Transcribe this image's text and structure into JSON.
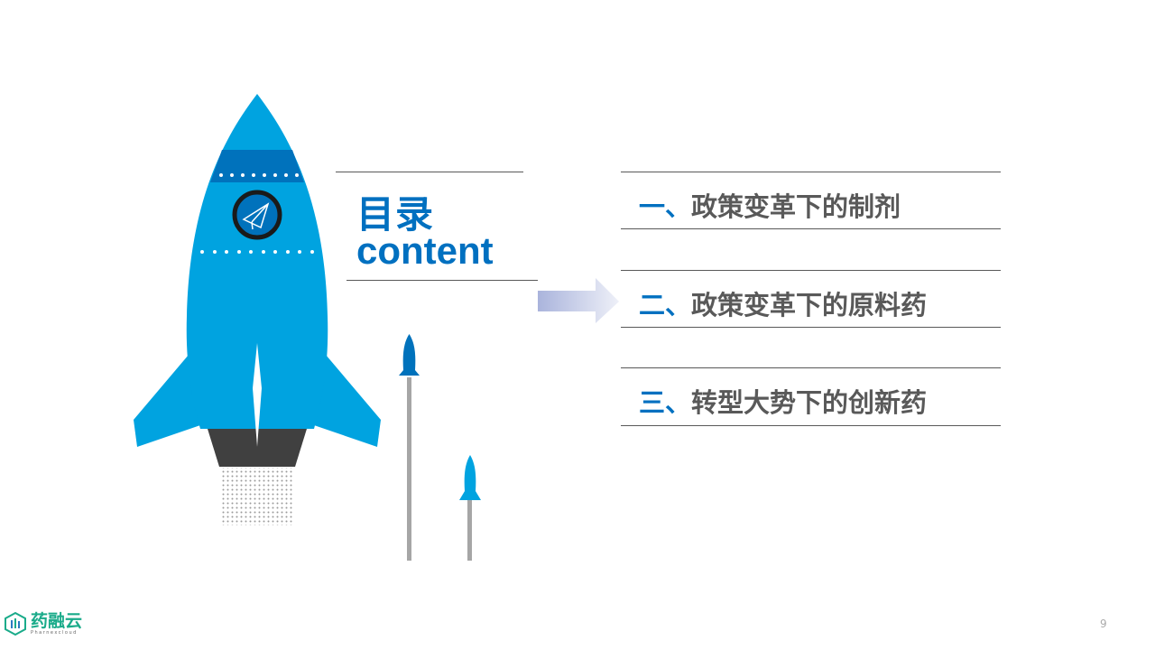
{
  "toc": {
    "title_zh": "目录",
    "title_en": "content",
    "items": [
      {
        "num": "一、",
        "label": "政策变革下的制剂"
      },
      {
        "num": "二、",
        "label": "政策变革下的原料药"
      },
      {
        "num": "三、",
        "label": "转型大势下的创新药"
      }
    ]
  },
  "footer": {
    "logo_zh": "药融云",
    "logo_en": "Pharnexcloud",
    "page_number": "9"
  },
  "colors": {
    "accent": "#0070c0",
    "rocket": "#00a3e0",
    "rocket_dark": "#0072bc",
    "text": "#595959"
  }
}
